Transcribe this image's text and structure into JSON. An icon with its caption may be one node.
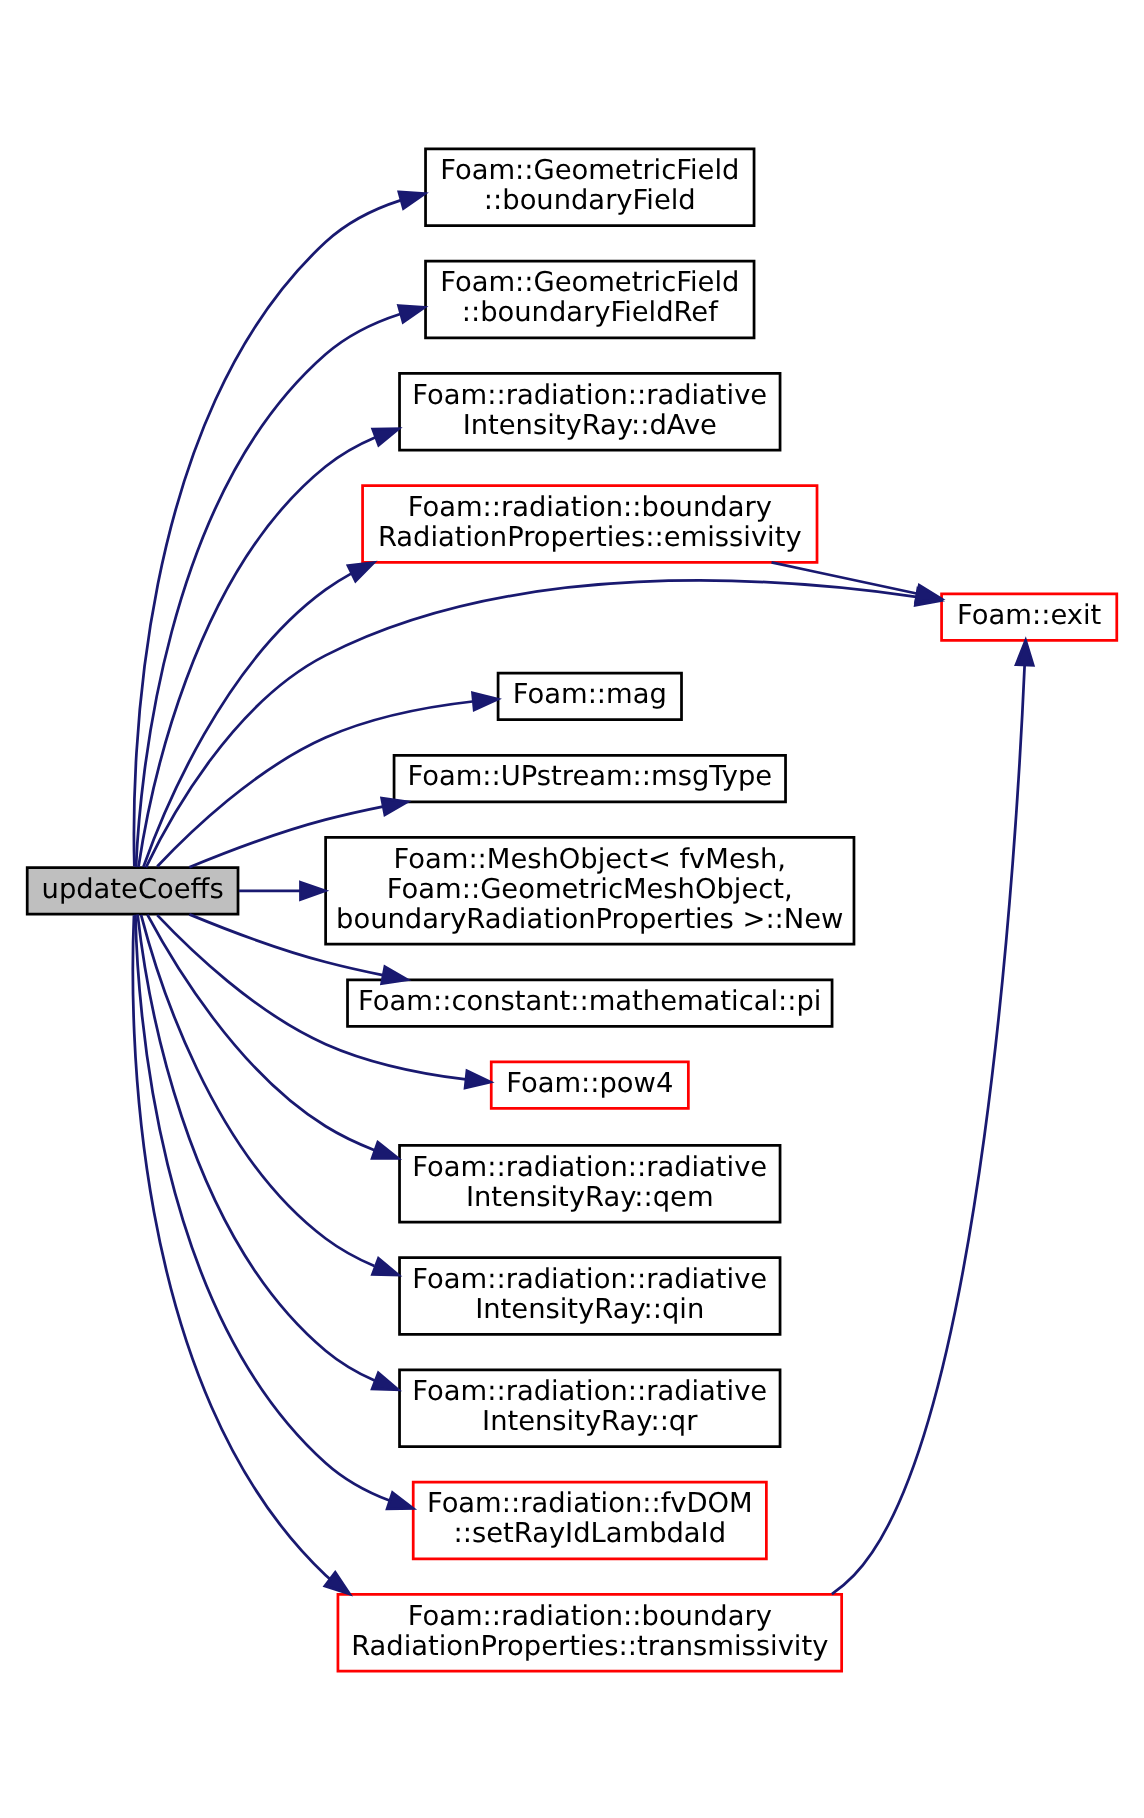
{
  "diagram": {
    "nodes": [
      {
        "text": [
          "updateCoeffs"
        ]
      },
      {
        "text": [
          "Foam::GeometricField ::boundaryField"
        ]
      },
      {
        "text": [
          "Foam::GeometricField ::boundaryFieldRef"
        ]
      },
      {
        "text": [
          "Foam::radiation::radiative IntensityRay::dAve"
        ]
      },
      {
        "text": [
          "Foam::radiation::boundary RadiationProperties::emissivity"
        ]
      },
      {
        "text": [
          "Foam::exit"
        ]
      },
      {
        "text": [
          "Foam::mag"
        ]
      },
      {
        "text": [
          "Foam::UPstream::msgType"
        ]
      },
      {
        "text": [
          "Foam::MeshObject< fvMesh, Foam::GeometricMeshObject, boundaryRadiationProperties >::New"
        ]
      },
      {
        "text": [
          "Foam::constant::mathematical::pi"
        ]
      },
      {
        "text": [
          "Foam::pow4"
        ]
      },
      {
        "text": [
          "Foam::radiation::radiative IntensityRay::qem"
        ]
      },
      {
        "text": [
          "Foam::radiation::radiative IntensityRay::qin"
        ]
      },
      {
        "text": [
          "Foam::radiation::radiative IntensityRay::qr"
        ]
      },
      {
        "text": [
          "Foam::radiation::fvDOM ::setRayIdLambdaId"
        ]
      },
      {
        "text": [
          "Foam::radiation::boundary RadiationProperties::transmissivity"
        ]
      }
    ],
    "edges": [
      {
        "from": 0,
        "to": 1,
        "arrow": "to"
      },
      {
        "from": 0,
        "to": 2,
        "arrow": "to"
      },
      {
        "from": 0,
        "to": 3,
        "arrow": "to"
      },
      {
        "from": 0,
        "to": 4,
        "arrow": "to"
      },
      {
        "from": 0,
        "to": 5,
        "arrow": "to"
      },
      {
        "from": 0,
        "to": 6,
        "arrow": "to"
      },
      {
        "from": 0,
        "to": 7,
        "arrow": "to"
      },
      {
        "from": 0,
        "to": 8,
        "arrow": "to"
      },
      {
        "from": 0,
        "to": 9,
        "arrow": "to"
      },
      {
        "from": 0,
        "to": 10,
        "arrow": "to"
      },
      {
        "from": 0,
        "to": 11,
        "arrow": "to"
      },
      {
        "from": 0,
        "to": 12,
        "arrow": "to"
      },
      {
        "from": 0,
        "to": 13,
        "arrow": "to"
      },
      {
        "from": 0,
        "to": 14,
        "arrow": "to"
      },
      {
        "from": 0,
        "to": 15,
        "arrow": "to"
      },
      {
        "from": 4,
        "to": 5,
        "arrow": "to"
      },
      {
        "from": 15,
        "to": 5,
        "arrow": "to"
      }
    ]
  }
}
